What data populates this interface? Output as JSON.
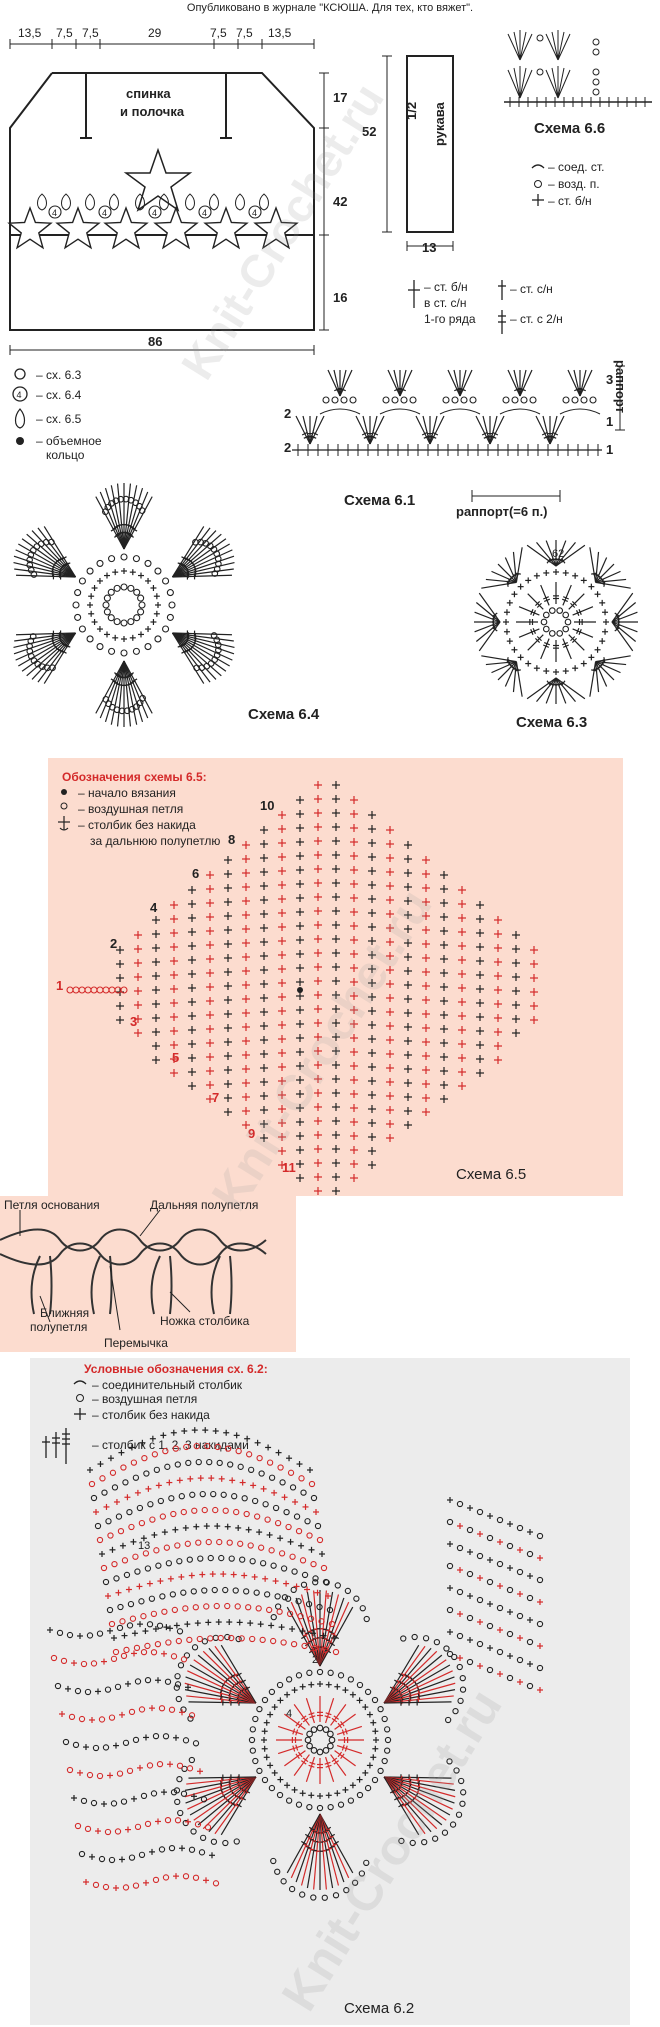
{
  "header": {
    "text": "Опубликовано в журнале \"КСЮША. Для тех, кто вяжет\"."
  },
  "watermark": {
    "text": "Knit-Crochet.ru"
  },
  "pattern": {
    "top_dims": [
      "13,5",
      "7,5",
      "7,5",
      "29",
      "7,5",
      "7,5",
      "13,5"
    ],
    "body_label": "спинка\nи полочка",
    "body_label_1": "спинка",
    "body_label_2": "и полочка",
    "right_dims": [
      "17",
      "42",
      "16"
    ],
    "bottom_dim": "86",
    "motif_number": "4"
  },
  "sleeve": {
    "label_1": "1/2",
    "label_2": "рукава",
    "height": "52",
    "width": "13"
  },
  "legend_main": [
    {
      "symbol": "circle-3",
      "text": "– сх. 6.3"
    },
    {
      "symbol": "circle-4",
      "text": "– сх. 6.4"
    },
    {
      "symbol": "leaf",
      "text": "– сх. 6.5"
    },
    {
      "symbol": "dot",
      "text": "– объемное"
    },
    {
      "symbol": "",
      "text": "кольцо"
    }
  ],
  "scheme66": {
    "title": "Схема 6.6",
    "legend": [
      "– соед. ст.",
      "– возд. п.",
      "– ст. б/н"
    ]
  },
  "scheme61": {
    "title": "Схема 6.1",
    "legend_left": [
      "– ст. б/н",
      "в ст. с/н",
      "1-го ряда"
    ],
    "legend_right": [
      "– ст. с/н",
      "– ст. с 2/н"
    ],
    "row_numbers": [
      "3",
      "2",
      "1",
      "2",
      "1"
    ],
    "rapport_right": "раппорт",
    "rapport_bottom": "раппорт(=6 п.)"
  },
  "scheme64": {
    "title": "Схема 6.4"
  },
  "scheme63": {
    "title": "Схема 6.3",
    "inner_label": "62"
  },
  "scheme65": {
    "legend_title": "Обозначения схемы 6.5:",
    "legend": [
      "– начало вязания",
      "– воздушная петля",
      "– столбик без накида",
      "за дальнюю полупетлю"
    ],
    "row_numbers": [
      "10",
      "8",
      "6",
      "4",
      "2",
      "1",
      "3",
      "5",
      "7",
      "9",
      "11"
    ],
    "title": "Схема 6.5"
  },
  "loops": {
    "labels": [
      "Петля основания",
      "Дальняя полупетля",
      "Ближняя",
      "полупетля",
      "Перемычка",
      "Ножка столбика"
    ]
  },
  "scheme62": {
    "legend_title": "Условные обозначения сх. 6.2:",
    "legend": [
      "– соединительный столбик",
      "– воздушная петля",
      "– столбик без накида",
      "– столбик с 1, 2, 3 накидами"
    ],
    "small_labels": [
      "2",
      "4",
      "13"
    ],
    "title": "Схема 6.2"
  },
  "colors": {
    "red": "#d42a2a",
    "pink_panel": "#fcdccf",
    "grey_panel": "#ececec",
    "ink": "#222222"
  }
}
